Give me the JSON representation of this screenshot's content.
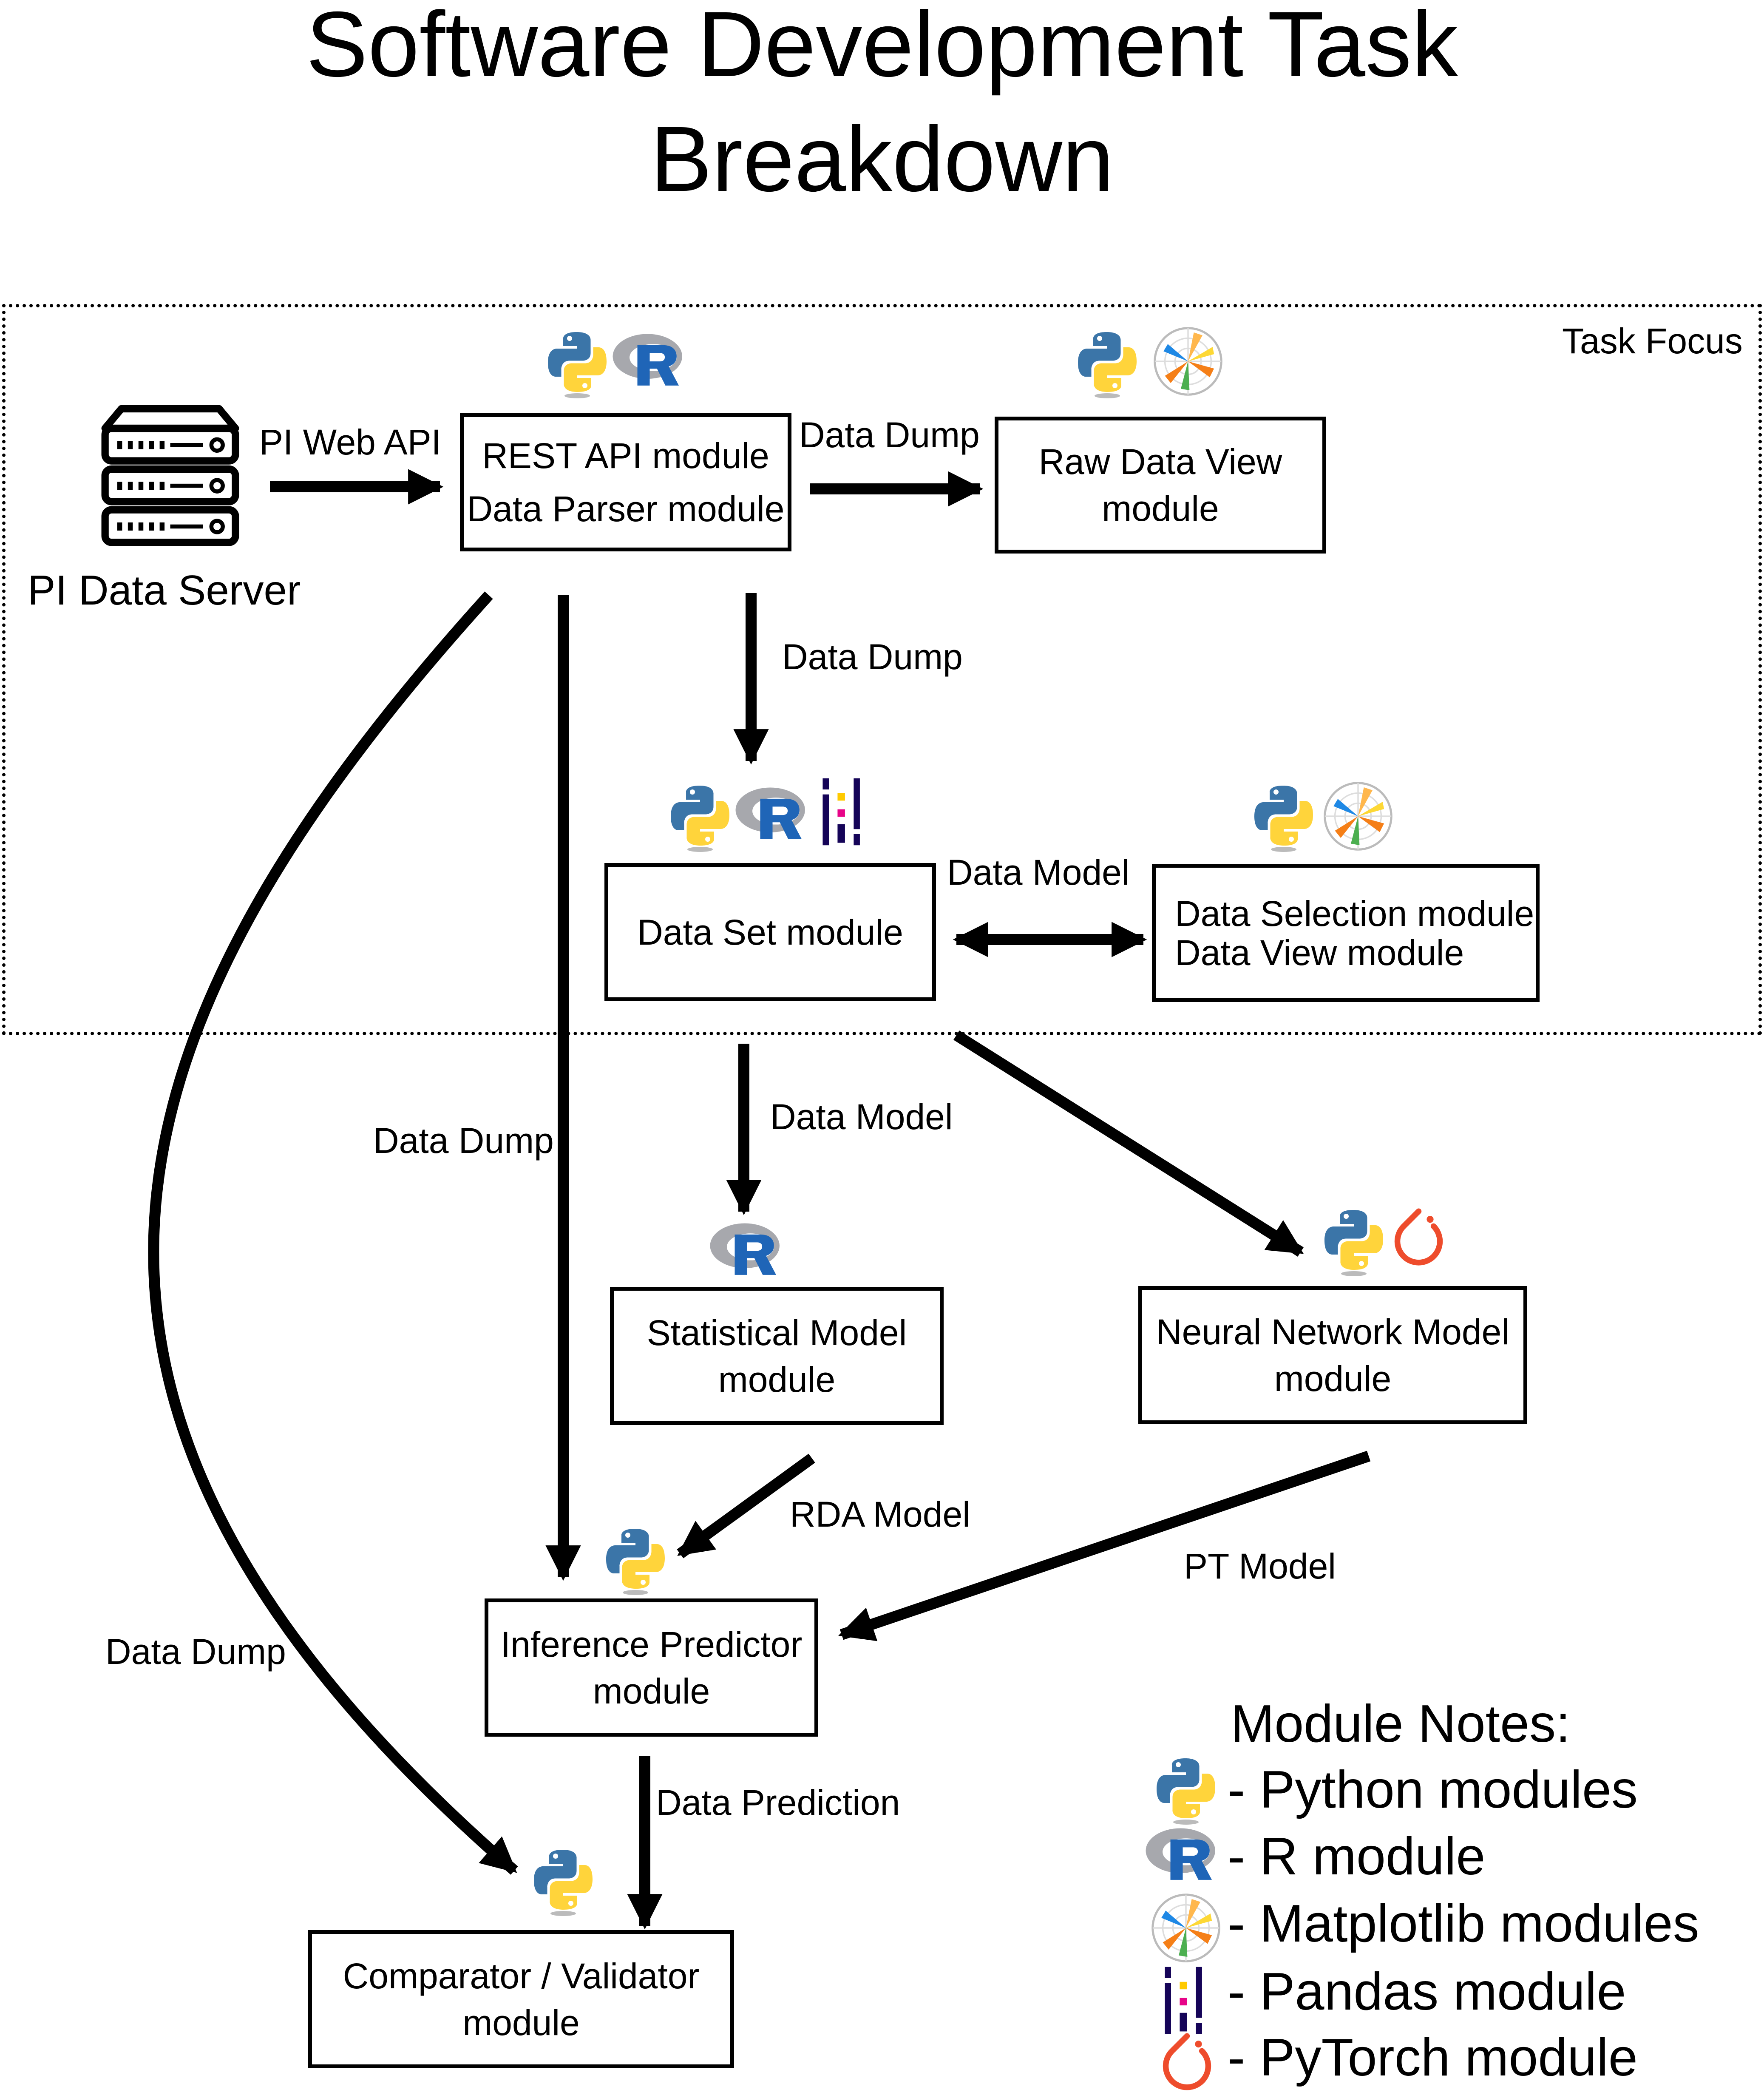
{
  "title": {
    "line1": "Software Development Task",
    "line2": "Breakdown"
  },
  "focus": {
    "label": "Task Focus"
  },
  "server": {
    "label": "PI Data Server",
    "icon": "server-icon"
  },
  "modules": {
    "rest_api": {
      "line1": "REST API module",
      "line2": "Data Parser module"
    },
    "raw_view": {
      "line1": "Raw Data View",
      "line2": "module"
    },
    "data_set": {
      "line1": "Data Set module"
    },
    "data_selection": {
      "line1": "Data Selection module",
      "line2": "Data View module"
    },
    "statistical": {
      "line1": "Statistical Model",
      "line2": "module"
    },
    "neural": {
      "line1": "Neural Network Model",
      "line2": "module"
    },
    "inference": {
      "line1": "Inference Predictor",
      "line2": "module"
    },
    "comparator": {
      "line1": "Comparator / Validator",
      "line2": "module"
    }
  },
  "edges": {
    "pi_web_api": "PI Web API",
    "rest_to_raw": "Data Dump",
    "rest_to_dataset": "Data Dump",
    "dataset_selection": "Data Model",
    "dataset_to_stat": "Data Model",
    "rest_to_inference": "Data Dump",
    "stat_to_inference": "RDA Model",
    "nn_to_inference": "PT Model",
    "rest_to_comparator": "Data Dump",
    "inference_to_comparator": "Data Prediction"
  },
  "legend": {
    "title": "Module Notes:",
    "items": [
      {
        "icon": "python-icon",
        "text": "- Python modules"
      },
      {
        "icon": "r-icon",
        "text": "- R module"
      },
      {
        "icon": "matplotlib-icon",
        "text": "- Matplotlib modules"
      },
      {
        "icon": "pandas-icon",
        "text": "- Pandas module"
      },
      {
        "icon": "pytorch-icon",
        "text": "- PyTorch module"
      }
    ]
  },
  "colors": {
    "python_blue": "#3b75a8",
    "python_yellow": "#ffd43b",
    "r_blue": "#1f65b7",
    "r_gray": "#9a9ba0",
    "pytorch": "#ee4c2c",
    "pandas_navy": "#150458",
    "pandas_yellow": "#ffca00",
    "pandas_pink": "#e70488",
    "matplotlib_orange": "#f57f17",
    "matplotlib_green": "#4caf50"
  }
}
